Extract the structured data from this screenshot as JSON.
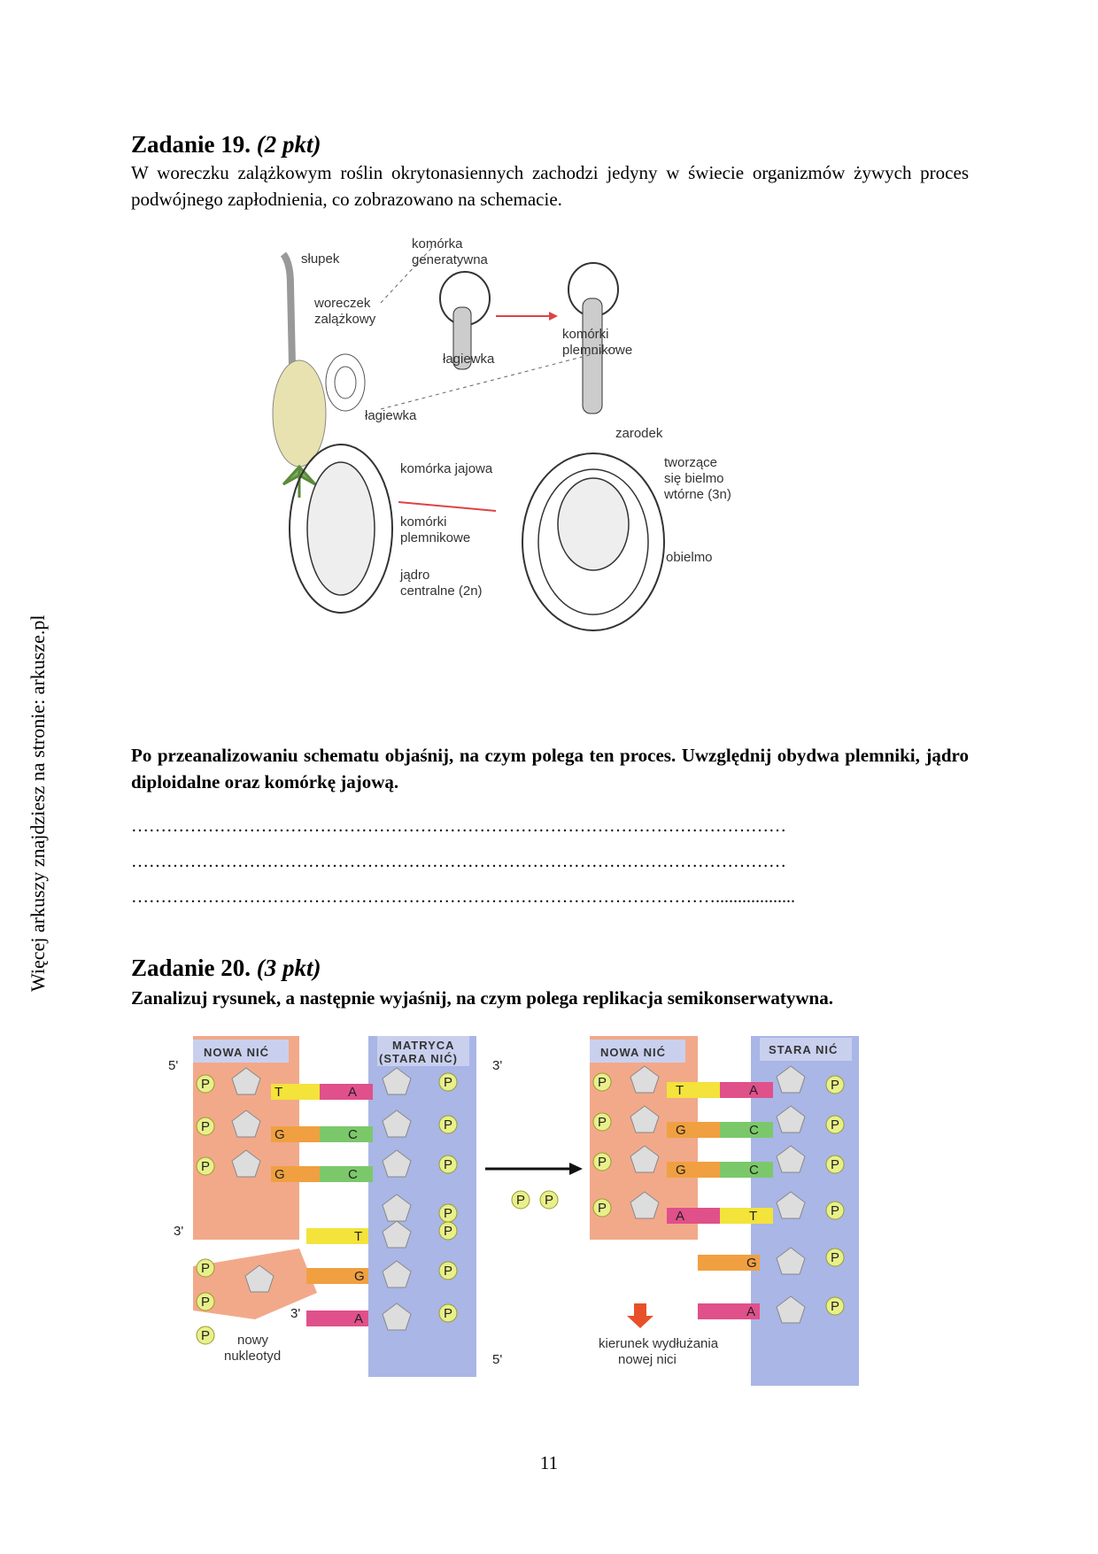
{
  "sidebar_text": "Więcej arkuszy znajdziesz na stronie: arkusze.pl",
  "task19": {
    "title": "Zadanie 19.",
    "points": "(2 pkt)",
    "intro": "W woreczku zalążkowym roślin okrytonasiennych zachodzi jedyny w świecie organizmów żywych proces podwójnego zapłodnienia, co zobrazowano na schemacie.",
    "question": "Po przeanalizowaniu schematu objaśnij, na czym polega ten proces. Uwzględnij obydwa plemniki, jądro diploidalne oraz komórkę jajową.",
    "answer_lines": [
      "…………………………………………………………………………………………………",
      "…………………………………………………………………………………………………",
      "……………………………………………………………………………………….................."
    ],
    "figure_labels": {
      "slupek": "słupek",
      "woreczek1": "woreczek",
      "woreczek2": "zalążkowy",
      "komorka_gen1": "komórka",
      "komorka_gen2": "generatywna",
      "lagiewka1": "łagiewka",
      "komorki_plem1": "komórki",
      "komorki_plem2": "plemnikowe",
      "lagiewka2": "łagiewka",
      "komorka_jajowa": "komórka jajowa",
      "komorki_plem3": "komórki",
      "komorki_plem4": "plemnikowe",
      "jadro1": "jądro",
      "jadro2": "centralne (2n)",
      "zarodek": "zarodek",
      "bielmo1": "tworzące",
      "bielmo2": "się bielmo",
      "bielmo3": "wtórne (3n)",
      "obielmo": "obielmo"
    }
  },
  "task20": {
    "title": "Zadanie 20.",
    "points": "(3 pkt)",
    "question": "Zanalizuj rysunek, a następnie wyjaśnij, na czym polega replikacja semikonserwatywna.",
    "figure_labels": {
      "nowa_nic_left": "NOWA NIĆ",
      "matryca1": "MATRYCA",
      "matryca2": "(STARA NIĆ)",
      "nowa_nic_right": "NOWA NIĆ",
      "stara_nic": "STARA NIĆ",
      "five_prime": "5'",
      "three_prime": "3'",
      "p": "P",
      "nowy1": "nowy",
      "nowy2": "nukleotyd",
      "kier1": "kierunek wydłużania",
      "kier2": "nowej nici",
      "pairs_left": [
        [
          "T",
          "A"
        ],
        [
          "G",
          "C"
        ],
        [
          "G",
          "C"
        ]
      ],
      "incoming_left": [
        "T",
        "G",
        "A"
      ],
      "pairs_right": [
        [
          "T",
          "A"
        ],
        [
          "G",
          "C"
        ],
        [
          "G",
          "C"
        ],
        [
          "A",
          "T"
        ]
      ],
      "incoming_right": [
        "G",
        "A"
      ]
    }
  },
  "page_number": "11"
}
